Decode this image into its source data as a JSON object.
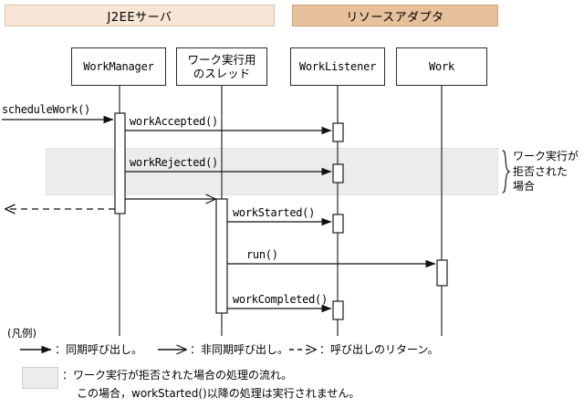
{
  "diagram": {
    "type": "uml-sequence-diagram",
    "groups": [
      {
        "id": "j2ee",
        "label": "J2EEサーバ",
        "color": "#f7e6d5"
      },
      {
        "id": "resource-adapter",
        "label": "リソースアダプタ",
        "color": "#e6c19c"
      }
    ],
    "lifelines": [
      {
        "id": "work-manager",
        "label": "WorkManager",
        "group": "j2ee"
      },
      {
        "id": "work-thread",
        "label": "ワーク実行用\nのスレッド",
        "group": "j2ee"
      },
      {
        "id": "work-listener",
        "label": "WorkListener",
        "group": "resource-adapter"
      },
      {
        "id": "work",
        "label": "Work",
        "group": "resource-adapter"
      }
    ],
    "messages": [
      {
        "id": "m1",
        "label": "scheduleWork()",
        "from": "actor",
        "to": "work-manager",
        "kind": "sync"
      },
      {
        "id": "m2",
        "label": "workAccepted()",
        "from": "work-manager",
        "to": "work-listener",
        "kind": "sync"
      },
      {
        "id": "m3",
        "label": "workRejected()",
        "from": "work-manager",
        "to": "work-listener",
        "kind": "sync",
        "in_rejected_band": true
      },
      {
        "id": "m4",
        "label": "",
        "from": "work-manager",
        "to": "work-thread",
        "kind": "async"
      },
      {
        "id": "m5",
        "label": "",
        "from": "work-manager",
        "to": "actor",
        "kind": "return"
      },
      {
        "id": "m6",
        "label": "workStarted()",
        "from": "work-thread",
        "to": "work-listener",
        "kind": "sync"
      },
      {
        "id": "m7",
        "label": "run()",
        "from": "work-thread",
        "to": "work",
        "kind": "sync"
      },
      {
        "id": "m8",
        "label": "workCompleted()",
        "from": "work-thread",
        "to": "work-listener",
        "kind": "sync"
      }
    ],
    "rejected_note": "ワーク実行が\n拒否された\n場合"
  },
  "legend": {
    "title": "(凡例)",
    "items": [
      {
        "id": "sync",
        "arrow": "solid-filled-arrow",
        "text": "：同期呼び出し。"
      },
      {
        "id": "async",
        "arrow": "solid-open-arrow",
        "text": "：非同期呼び出し。"
      },
      {
        "id": "return",
        "arrow": "dashed-open-arrow",
        "text": "：呼び出しのリターン。"
      }
    ],
    "swatch": {
      "id": "rejected-band-swatch",
      "color": "#ececec",
      "line1": "：ワーク実行が拒否された場合の処理の流れ。",
      "line2": "この場合，workStarted()以降の処理は実行されません。"
    }
  }
}
